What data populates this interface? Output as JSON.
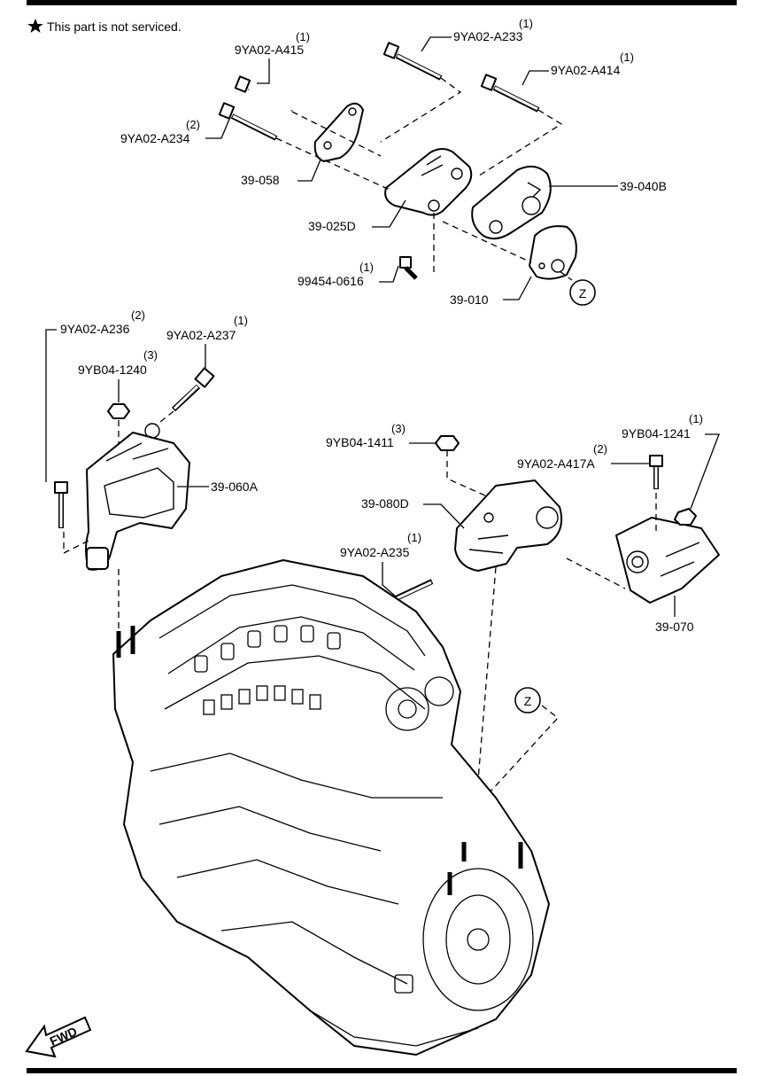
{
  "note": {
    "text": "This part is not serviced."
  },
  "fwd_label": "FWD",
  "z_marker": "Z",
  "callouts": [
    {
      "id": "a415",
      "part": "9YA02-A415",
      "qty": "(1)"
    },
    {
      "id": "a233",
      "part": "9YA02-A233",
      "qty": "(1)"
    },
    {
      "id": "a414",
      "part": "9YA02-A414",
      "qty": "(1)"
    },
    {
      "id": "a234",
      "part": "9YA02-A234",
      "qty": "(2)"
    },
    {
      "id": "p39058",
      "part": "39-058",
      "qty": ""
    },
    {
      "id": "p39040b",
      "part": "39-040B",
      "qty": ""
    },
    {
      "id": "p39025d",
      "part": "39-025D",
      "qty": ""
    },
    {
      "id": "b0616",
      "part": "99454-0616",
      "qty": "(1)"
    },
    {
      "id": "p39010",
      "part": "39-010",
      "qty": ""
    },
    {
      "id": "a236",
      "part": "9YA02-A236",
      "qty": "(2)"
    },
    {
      "id": "a237",
      "part": "9YA02-A237",
      "qty": "(1)"
    },
    {
      "id": "n1240",
      "part": "9YB04-1240",
      "qty": "(3)"
    },
    {
      "id": "p39060a",
      "part": "39-060A",
      "qty": ""
    },
    {
      "id": "n1411",
      "part": "9YB04-1411",
      "qty": "(3)"
    },
    {
      "id": "n1241",
      "part": "9YB04-1241",
      "qty": "(1)"
    },
    {
      "id": "a417a",
      "part": "9YA02-A417A",
      "qty": "(2)"
    },
    {
      "id": "p39080d",
      "part": "39-080D",
      "qty": ""
    },
    {
      "id": "a235",
      "part": "9YA02-A235",
      "qty": "(1)"
    },
    {
      "id": "p39070",
      "part": "39-070",
      "qty": ""
    }
  ]
}
